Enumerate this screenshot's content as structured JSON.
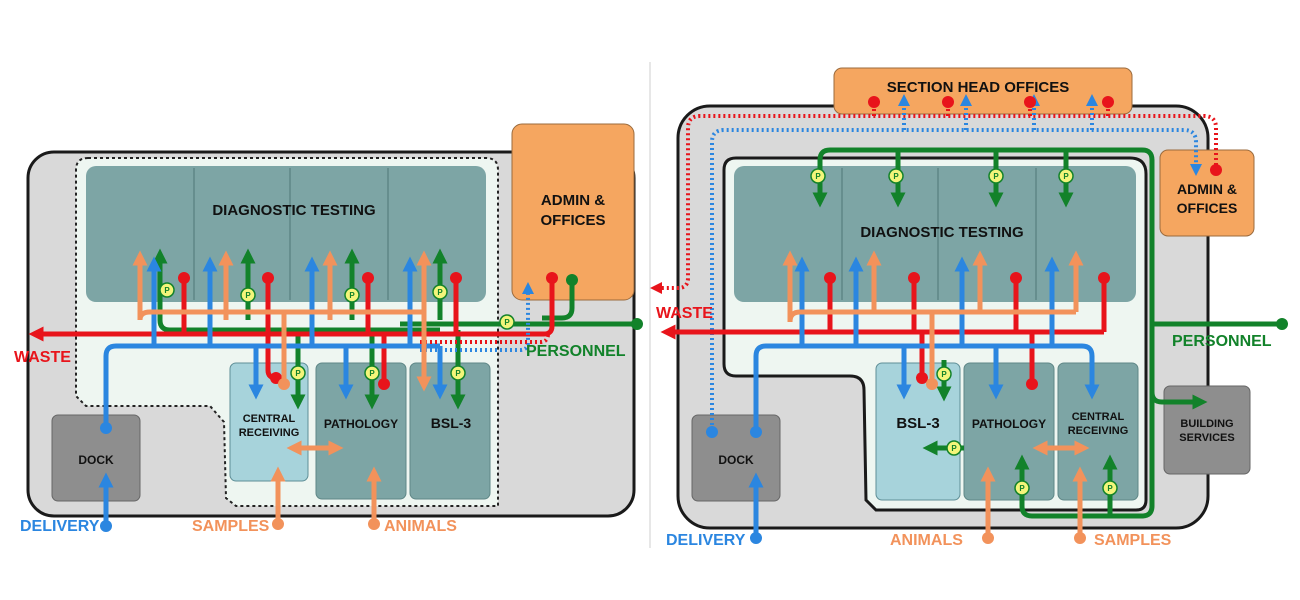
{
  "colors": {
    "waste": "#e8141b",
    "supply": "#2b86e0",
    "personnel": "#12822a",
    "samples": "#f2925b",
    "building_outer": "#d9d9d9",
    "zone_inner": "#eef6f1",
    "diagnostic": "#7da5a5",
    "pathology": "#7da5a5",
    "receiving": "#a7d3db",
    "admin": "#f5a660",
    "dock": "#8e8e8e",
    "peg_fill": "#f3f57a"
  },
  "peg_label": "P",
  "left": {
    "rooms": {
      "diagnostic": "DIAGNOSTIC TESTING",
      "admin_line1": "ADMIN &",
      "admin_line2": "OFFICES",
      "dock": "DOCK",
      "central_line1": "CENTRAL",
      "central_line2": "RECEIVING",
      "pathology": "PATHOLOGY",
      "bsl3": "BSL-3"
    },
    "flows": {
      "waste": "WASTE",
      "personnel": "PERSONNEL",
      "delivery": "DELIVERY",
      "samples": "SAMPLES",
      "animals": "ANIMALS"
    }
  },
  "right": {
    "rooms": {
      "section_head": "SECTION HEAD  OFFICES",
      "diagnostic": "DIAGNOSTIC TESTING",
      "admin_line1": "ADMIN &",
      "admin_line2": "OFFICES",
      "dock": "DOCK",
      "bsl3": "BSL-3",
      "pathology": "PATHOLOGY",
      "central_line1": "CENTRAL",
      "central_line2": "RECEIVING",
      "building_line1": "BUILDING",
      "building_line2": "SERVICES"
    },
    "flows": {
      "waste": "WASTE",
      "personnel": "PERSONNEL",
      "delivery": "DELIVERY",
      "animals": "ANIMALS",
      "samples": "SAMPLES"
    }
  }
}
